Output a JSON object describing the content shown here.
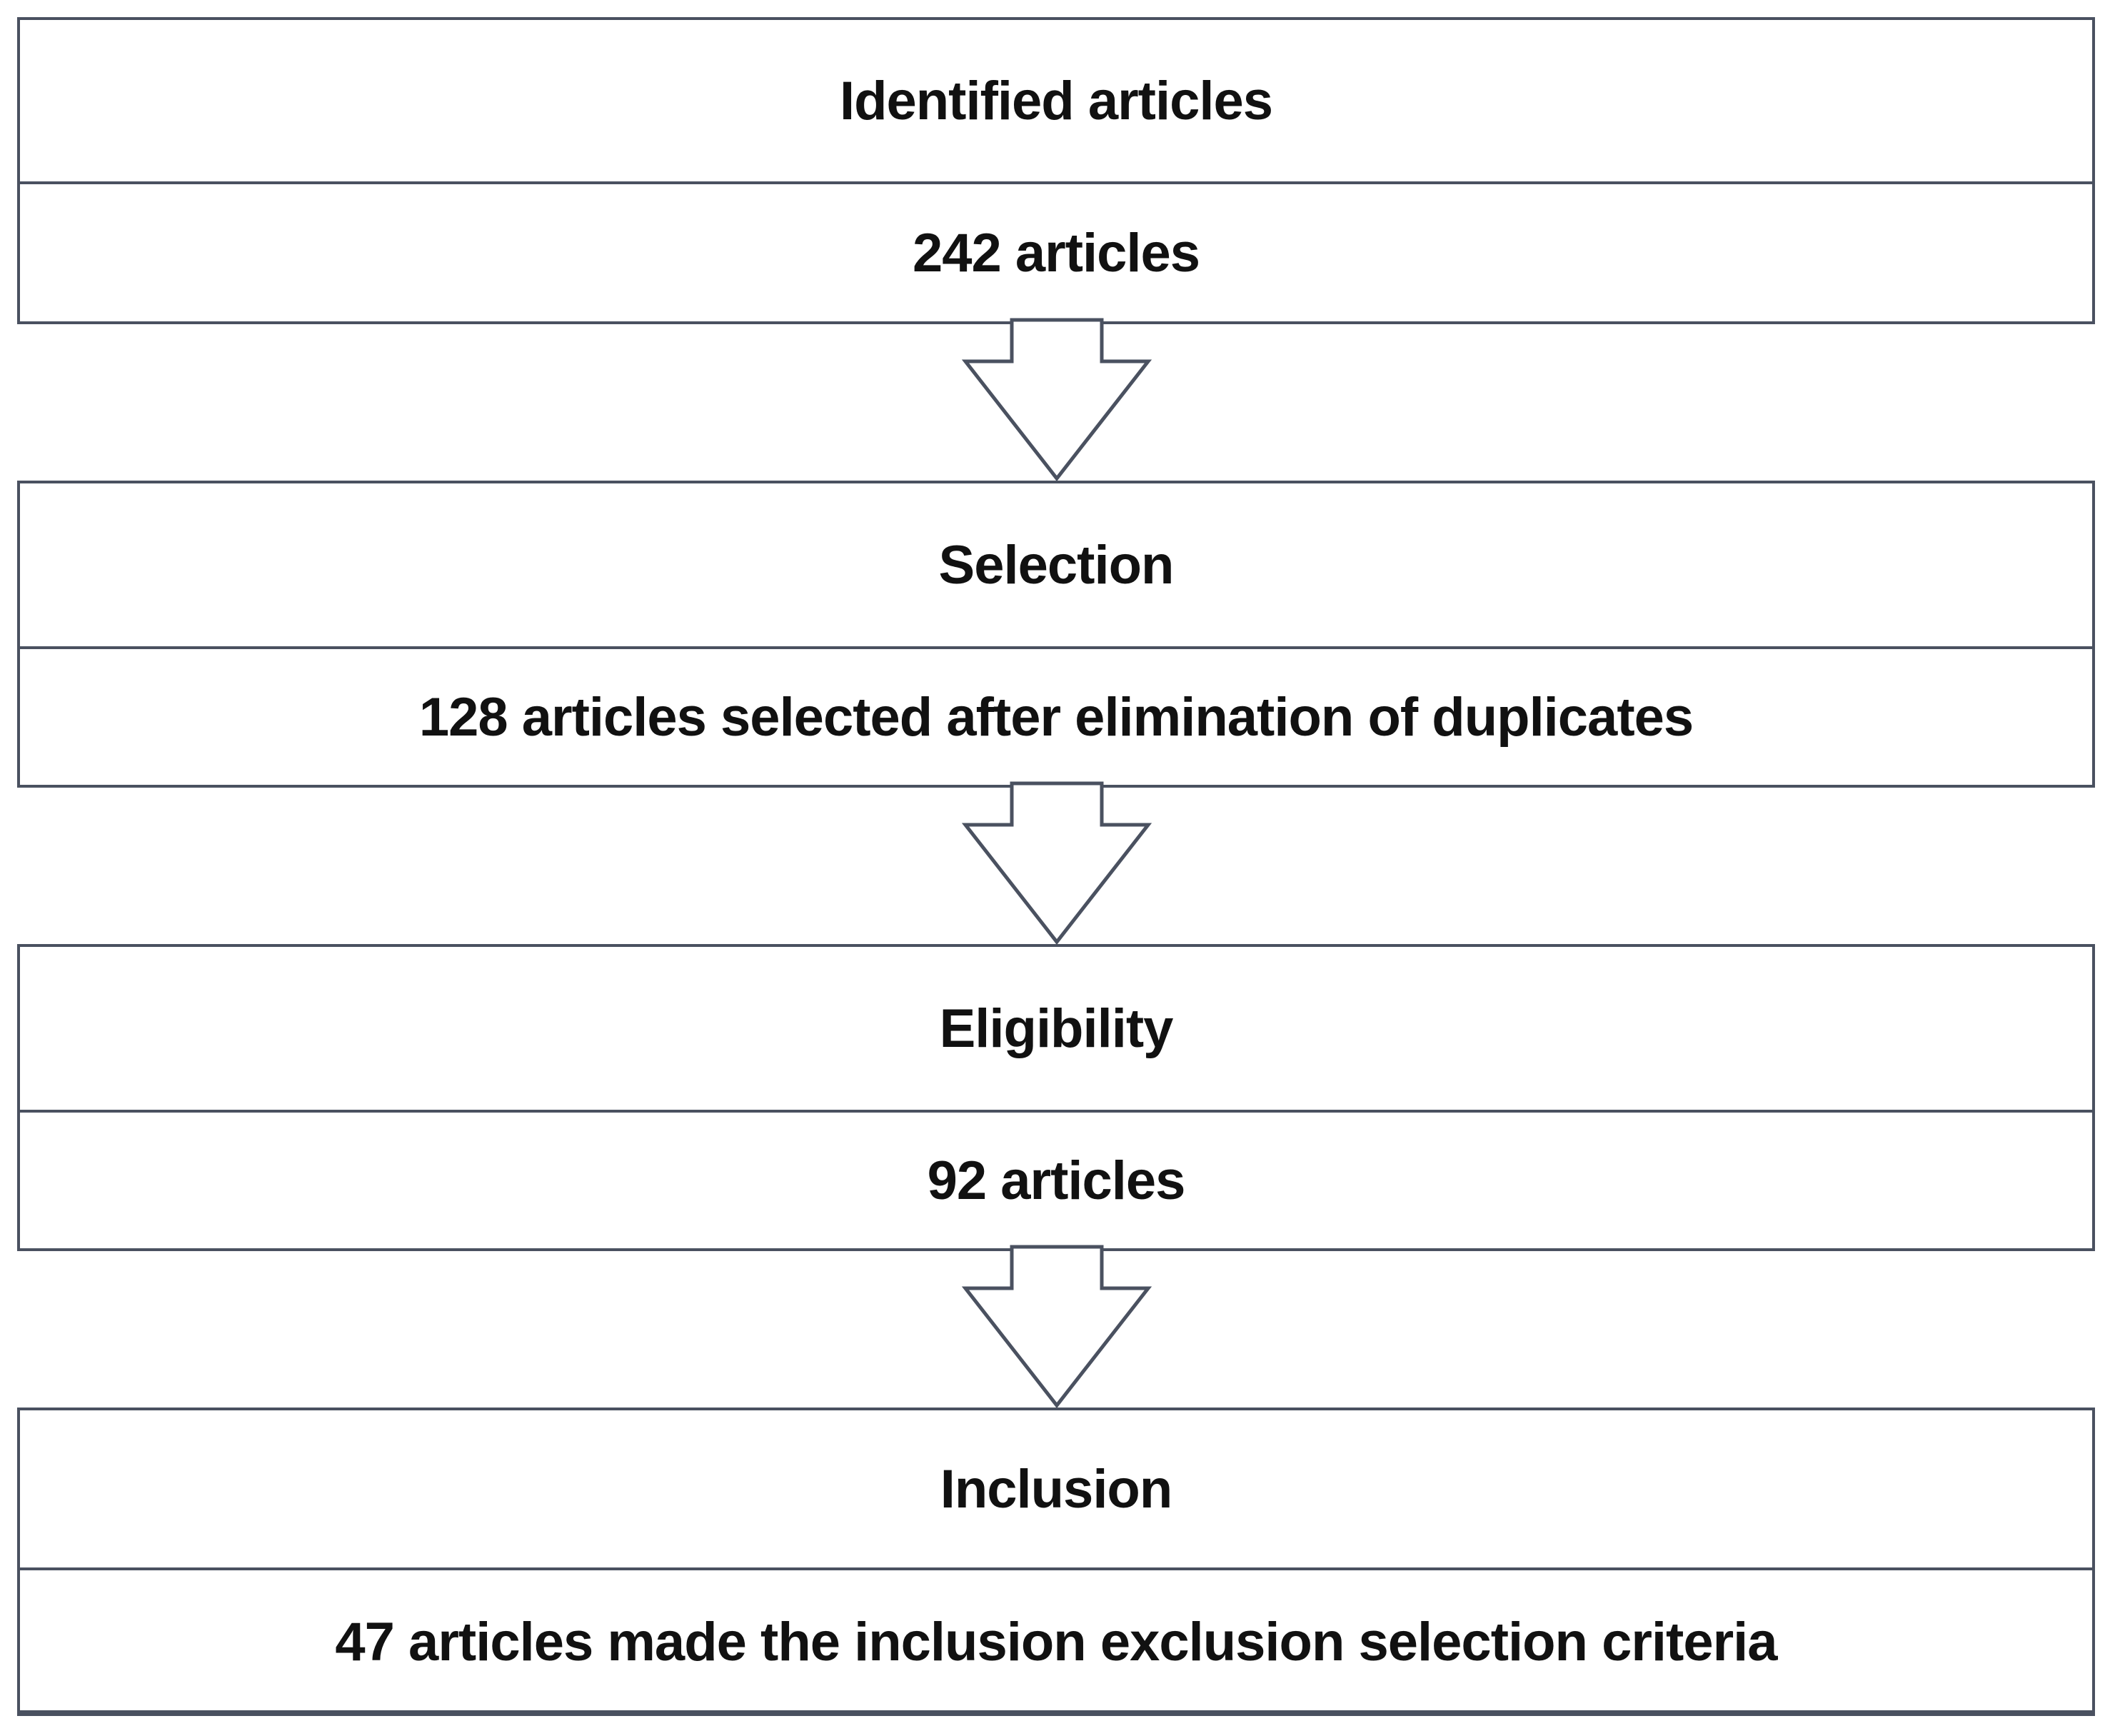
{
  "steps": [
    {
      "stage": "Identified articles",
      "detail": "242 articles"
    },
    {
      "stage": "Selection",
      "detail": "128 articles selected after elimination of duplicates"
    },
    {
      "stage": "Eligibility",
      "detail": "92 articles"
    },
    {
      "stage": "Inclusion",
      "detail": "47 articles made the inclusion exclusion selection criteria"
    }
  ],
  "colors": {
    "border": "#4a5160",
    "text": "#111111",
    "background": "#ffffff"
  },
  "icons": {
    "connector": "down-arrow-icon"
  }
}
